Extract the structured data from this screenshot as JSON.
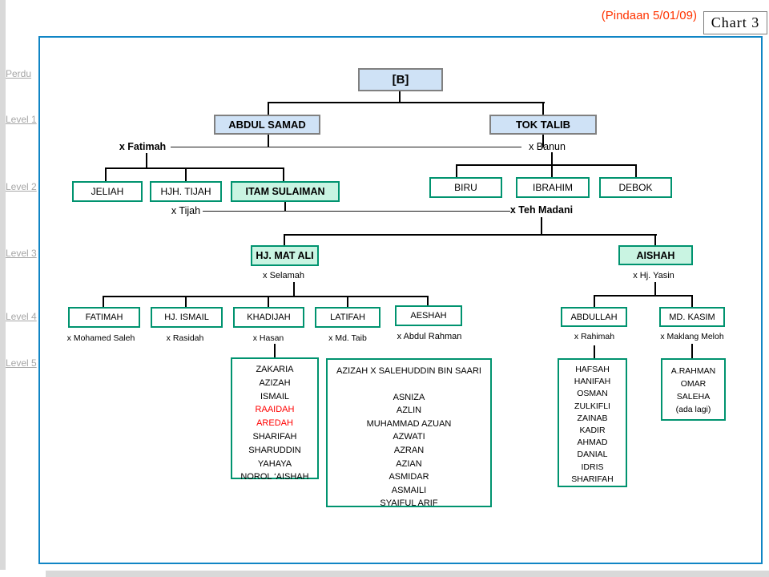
{
  "header": {
    "revision": "(Pindaan 5/01/09)",
    "chart_label": "Chart 3"
  },
  "side": [
    "Perdu",
    "Level 1",
    "Level 2",
    "Level 3",
    "Level 4",
    "Level 5"
  ],
  "colors": {
    "chart_border": "#1085c5",
    "node_teal_border": "#00936f",
    "node_mint_fill": "#c9f4e2",
    "node_blue_fill": "#cfe2f6",
    "node_blue_border": "#808080",
    "red_title": "#ff3300",
    "red_name": "#ff0000",
    "side_label_gray": "#a6a6a6"
  },
  "nodes": {
    "root": "[B]",
    "abdul_samad": "ABDUL SAMAD",
    "tok_talib": "TOK TALIB",
    "x_fatimah": "x Fatimah",
    "x_banun": "x Banun",
    "jeliah": "JELIAH",
    "hjh_tijah": "HJH. TIJAH",
    "itam_sulaiman": "ITAM SULAIMAN",
    "biru": "BIRU",
    "ibrahim": "IBRAHIM",
    "debok": "DEBOK",
    "x_tijah": "x Tijah",
    "x_teh_madani": "x Teh Madani",
    "hj_mat_ali": "HJ. MAT ALI",
    "aishah": "AISHAH",
    "x_selamah": "x Selamah",
    "x_hj_yasin": "x Hj. Yasin",
    "fatimah": "FATIMAH",
    "x_mohamed_saleh": "x Mohamed Saleh",
    "hj_ismail": "HJ. ISMAIL",
    "x_rasidah": "x Rasidah",
    "khadijah": "KHADIJAH",
    "x_hasan": "x Hasan",
    "latifah": "LATIFAH",
    "x_md_taib": "x Md. Taib",
    "aeshah": "AESHAH",
    "x_abdul_rahman": "x Abdul Rahman",
    "abdullah": "ABDULLAH",
    "x_rahimah": "x Rahimah",
    "md_kasim": "MD. KASIM",
    "x_maklang_meloh": "x Maklang Meloh"
  },
  "lists": {
    "khadijah_children": [
      {
        "text": "ZAKARIA"
      },
      {
        "text": "AZIZAH"
      },
      {
        "text": "ISMAIL"
      },
      {
        "text": "RAAIDAH",
        "red": true
      },
      {
        "text": "AREDAH",
        "red": true
      },
      {
        "text": "SHARIFAH"
      },
      {
        "text": "SHARUDDIN"
      },
      {
        "text": "YAHAYA"
      },
      {
        "text": "NOROL ‘AISHAH"
      }
    ],
    "latifah_header": "AZIZAH X SALEHUDDIN BIN SAARI",
    "latifah_children": [
      {
        "text": "ASNIZA"
      },
      {
        "text": "AZLIN"
      },
      {
        "text": "MUHAMMAD AZUAN"
      },
      {
        "text": "AZWATI"
      },
      {
        "text": "AZRAN"
      },
      {
        "text": "AZIAN"
      },
      {
        "text": "ASMIDAR"
      },
      {
        "text": "ASMAILI"
      },
      {
        "text": "SYAIFUL ARIF"
      }
    ],
    "abdullah_children": [
      {
        "text": "HAFSAH"
      },
      {
        "text": "HANIFAH"
      },
      {
        "text": "OSMAN"
      },
      {
        "text": "ZULKIFLI"
      },
      {
        "text": "ZAINAB"
      },
      {
        "text": "KADIR"
      },
      {
        "text": "AHMAD"
      },
      {
        "text": "DANIAL"
      },
      {
        "text": "IDRIS"
      },
      {
        "text": "SHARIFAH"
      }
    ],
    "md_kasim_children": [
      {
        "text": "A.RAHMAN"
      },
      {
        "text": "OMAR"
      },
      {
        "text": "SALEHA"
      },
      {
        "text": "(ada lagi)"
      }
    ]
  }
}
